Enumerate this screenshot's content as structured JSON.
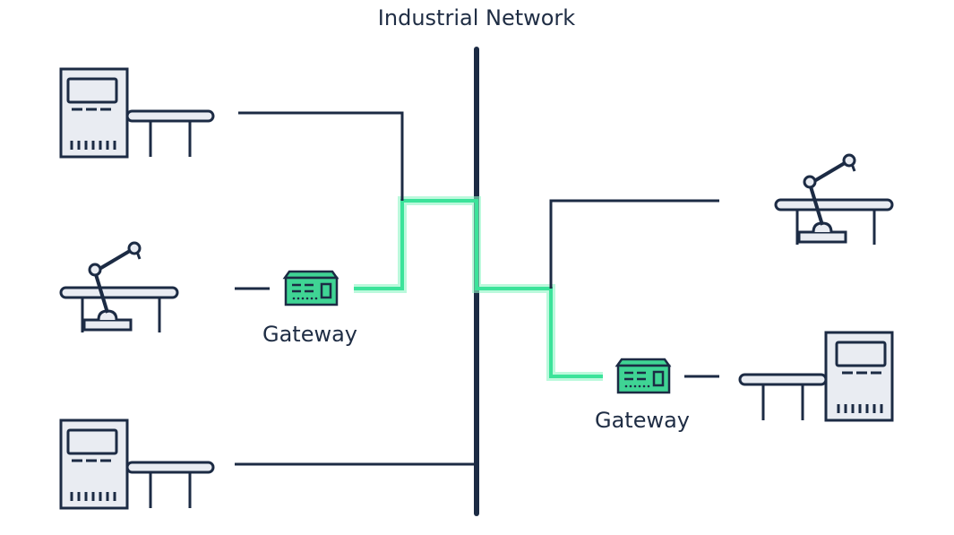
{
  "title": "Industrial Network",
  "gateways": [
    {
      "label": "Gateway"
    },
    {
      "label": "Gateway"
    }
  ],
  "colors": {
    "stroke": "#1c2b44",
    "highlight": "#3be39a",
    "highlight_glow": "#8ef5c4",
    "gateway_fill": "#3fd494",
    "machine_fill": "#e9ecf2",
    "background": "#ffffff"
  },
  "icons": [
    "control-cabinet-conveyor-icon",
    "robot-arm-conveyor-icon",
    "gateway-device-icon"
  ]
}
